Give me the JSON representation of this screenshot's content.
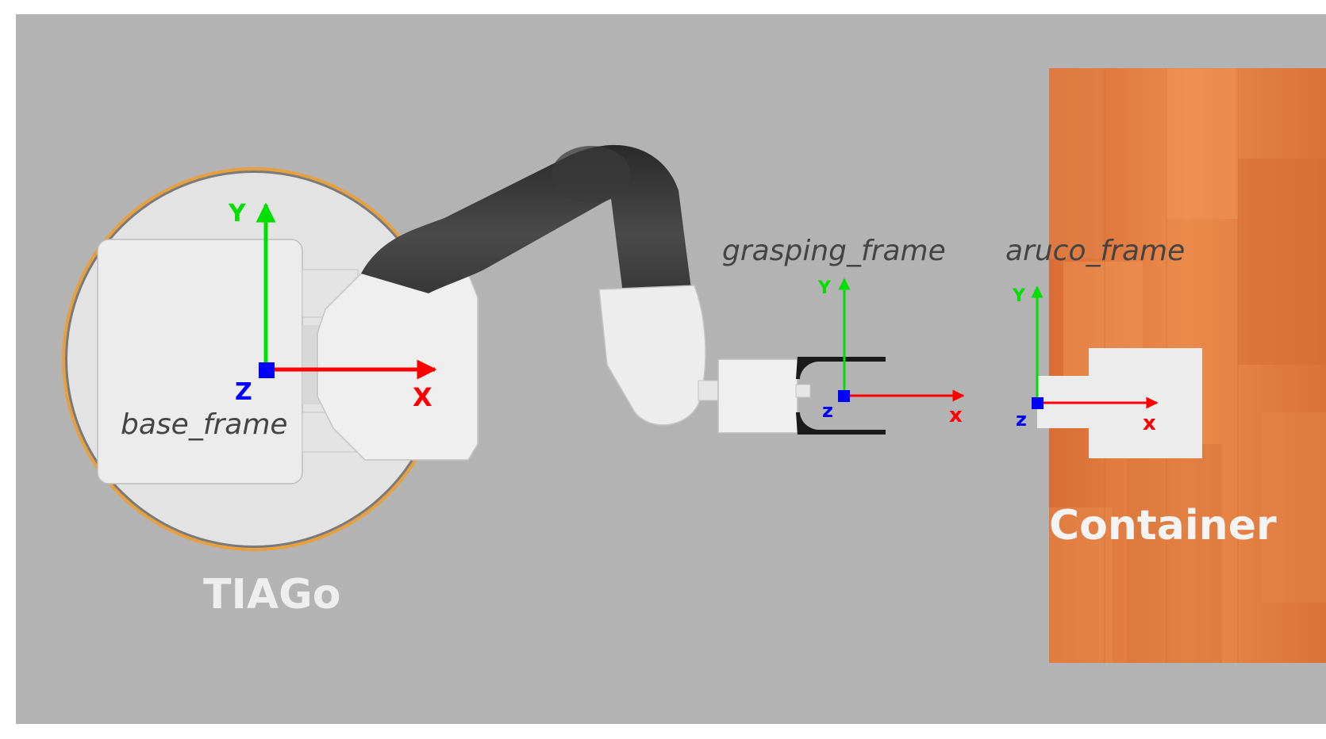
{
  "scene": {
    "background_color": "#b3b3b3",
    "table_color": "#e07a3c",
    "robot_label": "TIAGo",
    "container_label": "Container"
  },
  "frames": {
    "base": {
      "name": "base_frame",
      "x_label": "X",
      "y_label": "Y",
      "z_label": "Z"
    },
    "grasping": {
      "name": "grasping_frame",
      "x_label": "x",
      "y_label": "Y",
      "z_label": "z"
    },
    "aruco": {
      "name": "aruco_frame",
      "x_label": "x",
      "y_label": "Y",
      "z_label": "z"
    }
  },
  "axis_colors": {
    "x": "#ff0000",
    "y": "#00e000",
    "z": "#0000ff"
  },
  "icons": {
    "x_arrow": "arrow-right-icon",
    "y_arrow": "arrow-up-icon",
    "z_marker": "square-icon"
  }
}
